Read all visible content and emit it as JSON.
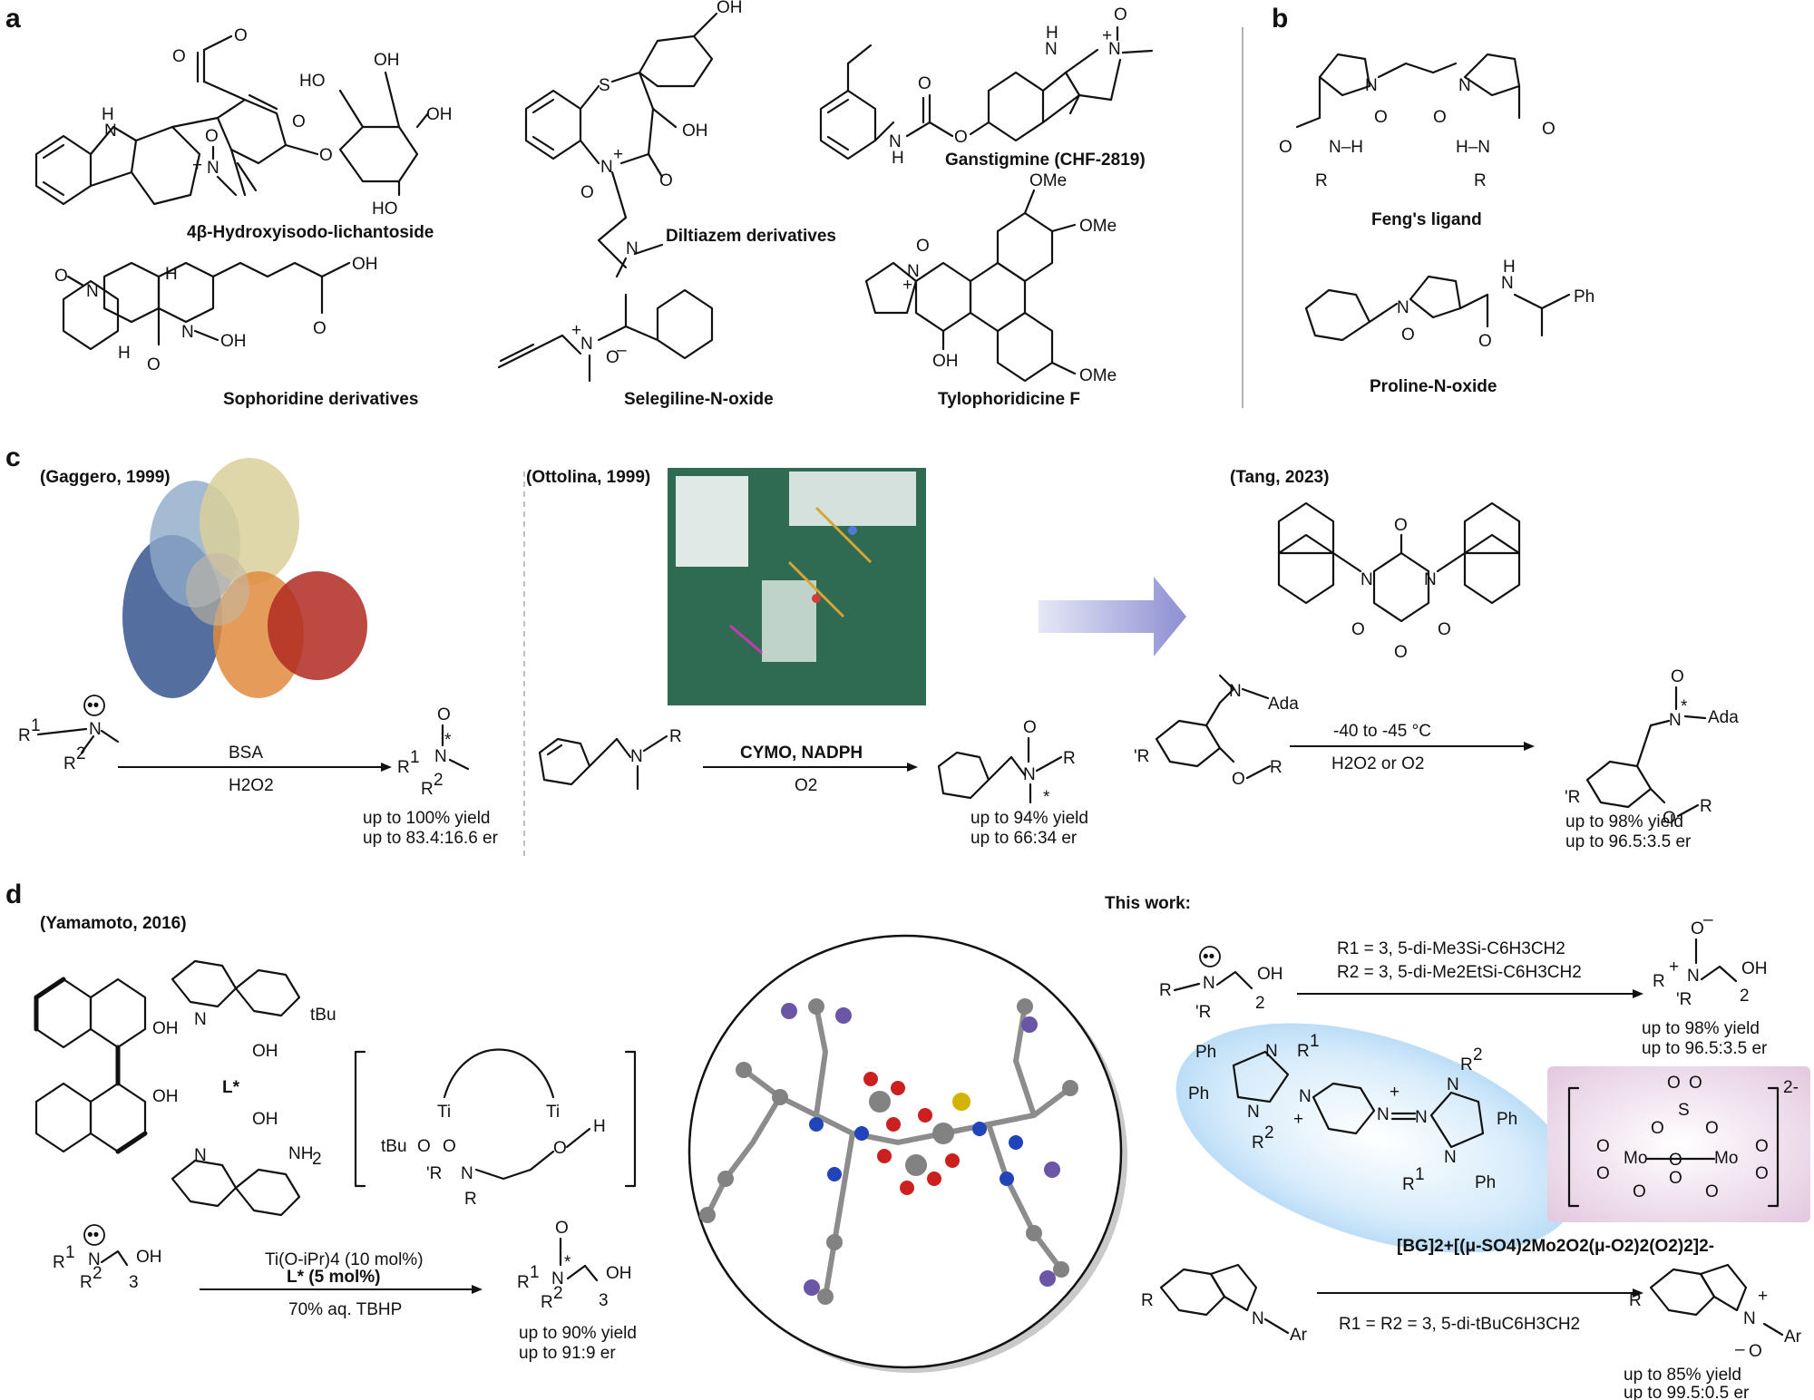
{
  "panels": {
    "a": "a",
    "b": "b",
    "c": "c",
    "d": "d"
  },
  "panel_a": {
    "compounds": [
      "4β-Hydroxyisodo-lichantoside",
      "Diltiazem derivatives",
      "Ganstigmine (CHF-2819)",
      "Sophoridine derivatives",
      "Selegiline-N-oxide",
      "Tylophoridicine F"
    ]
  },
  "panel_b": {
    "compounds": [
      "Feng's ligand",
      "Proline-N-oxide"
    ]
  },
  "panel_c": {
    "gaggero": {
      "cite": "(Gaggero, 1999)",
      "reagent_top": "BSA",
      "reagent_bottom": "H2O2",
      "yield": "up to 100% yield",
      "er": "up to 83.4:16.6 er"
    },
    "ottolina": {
      "cite": "(Ottolina, 1999)",
      "reagent_top": "CYMO, NADPH",
      "reagent_bottom": "O2",
      "yield": "up to 94% yield",
      "er": "up to 66:34 er"
    },
    "tang": {
      "cite": "(Tang, 2023)",
      "reagent_top": "-40 to -45 °C",
      "reagent_bottom": "H2O2 or O2",
      "yield": "up to 98% yield",
      "er": "up to 96.5:3.5 er"
    }
  },
  "panel_d": {
    "yamamoto": {
      "cite": "(Yamamoto, 2016)",
      "ligand": "L*",
      "reagent_1": "Ti(O-iPr)4 (10 mol%)",
      "reagent_2": "L* (5 mol%)",
      "reagent_3": "70% aq. TBHP",
      "yield": "up to 90% yield",
      "er": "up to 91:9 er"
    },
    "this_work": {
      "title": "This work:",
      "r1": "R1 = 3, 5-di-Me3Si-C6H3CH2",
      "r2": "R2 = 3, 5-di-Me2EtSi-C6H3CH2",
      "yield_1": "up to 98% yield",
      "er_1": "up to 96.5:3.5 er",
      "catalyst": "[BG]2+[(μ-SO4)2Mo2O2(μ-O2)2(O2)2]2-",
      "condition_2": "R1 = R2 = 3, 5-di-tBuC6H3CH2",
      "yield_2": "up to 85% yield",
      "er_2": "up to 99.5:0.5 er"
    }
  }
}
